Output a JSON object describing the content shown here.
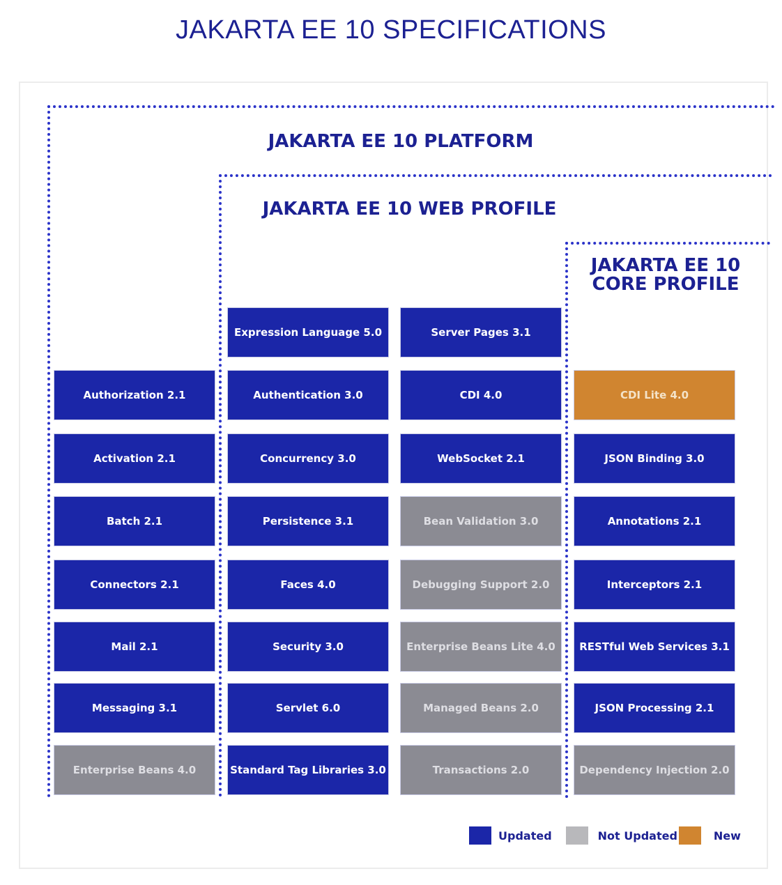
{
  "title": "JAKARTA EE 10 SPECIFICATIONS",
  "platform_label": "JAKARTA EE 10 PLATFORM",
  "web_profile_label": "JAKARTA EE 10 WEB PROFILE",
  "core_profile_label": [
    "JAKARTA EE 10",
    "CORE PROFILE"
  ],
  "colors": {
    "updated": "#1b26a8",
    "not_updated": "#8b8b93",
    "new": "#d08530"
  },
  "columns": [
    {
      "specs": [
        {
          "label": "Authorization 2.1",
          "status": "updated"
        },
        {
          "label": "Activation 2.1",
          "status": "updated"
        },
        {
          "label": "Batch 2.1",
          "status": "updated"
        },
        {
          "label": "Connectors 2.1",
          "status": "updated"
        },
        {
          "label": "Mail 2.1",
          "status": "updated"
        },
        {
          "label": "Messaging 3.1",
          "status": "updated"
        },
        {
          "label": "Enterprise Beans 4.0",
          "status": "notupdated"
        }
      ]
    },
    {
      "specs": [
        {
          "label": "Expression Language 5.0",
          "status": "updated"
        },
        {
          "label": "Authentication 3.0",
          "status": "updated"
        },
        {
          "label": "Concurrency 3.0",
          "status": "updated"
        },
        {
          "label": "Persistence 3.1",
          "status": "updated"
        },
        {
          "label": "Faces 4.0",
          "status": "updated"
        },
        {
          "label": "Security 3.0",
          "status": "updated"
        },
        {
          "label": "Servlet 6.0",
          "status": "updated"
        },
        {
          "label": "Standard Tag Libraries 3.0",
          "status": "updated"
        }
      ]
    },
    {
      "specs": [
        {
          "label": "Server Pages 3.1",
          "status": "updated"
        },
        {
          "label": "CDI 4.0",
          "status": "updated"
        },
        {
          "label": "WebSocket 2.1",
          "status": "updated"
        },
        {
          "label": "Bean Validation 3.0",
          "status": "notupdated"
        },
        {
          "label": "Debugging Support 2.0",
          "status": "notupdated"
        },
        {
          "label": "Enterprise Beans Lite 4.0",
          "status": "notupdated"
        },
        {
          "label": "Managed Beans 2.0",
          "status": "notupdated"
        },
        {
          "label": "Transactions 2.0",
          "status": "notupdated"
        }
      ]
    },
    {
      "specs": [
        {
          "label": "CDI Lite 4.0",
          "status": "new"
        },
        {
          "label": "JSON Binding 3.0",
          "status": "updated"
        },
        {
          "label": "Annotations 2.1",
          "status": "updated"
        },
        {
          "label": "Interceptors 2.1",
          "status": "updated"
        },
        {
          "label": "RESTful Web Services 3.1",
          "status": "updated"
        },
        {
          "label": "JSON Processing 2.1",
          "status": "updated"
        },
        {
          "label": "Dependency Injection 2.0",
          "status": "notupdated"
        }
      ]
    }
  ],
  "legend": [
    {
      "label": "Updated",
      "status": "updated"
    },
    {
      "label": "Not Updated",
      "status": "notupdated"
    },
    {
      "label": "New",
      "status": "new"
    }
  ]
}
